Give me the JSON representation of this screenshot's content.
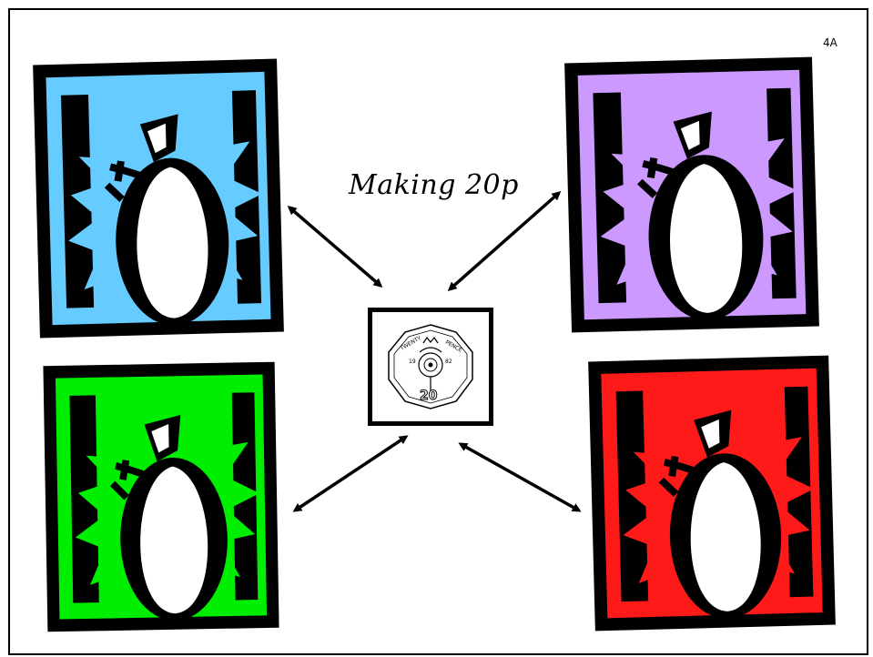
{
  "page_label": "4A",
  "title": "Making 20p",
  "coin": {
    "icon": "twenty-pence-coin-icon",
    "top_text": "TWENTY PENCE",
    "year": "19 82",
    "denomination": "20"
  },
  "bags": [
    {
      "color": "#66ccff",
      "icon": "money-bag-icon"
    },
    {
      "color": "#cc99ff",
      "icon": "money-bag-icon"
    },
    {
      "color": "#00ee00",
      "icon": "money-bag-icon"
    },
    {
      "color": "#ff1a1a",
      "icon": "money-bag-icon"
    }
  ]
}
